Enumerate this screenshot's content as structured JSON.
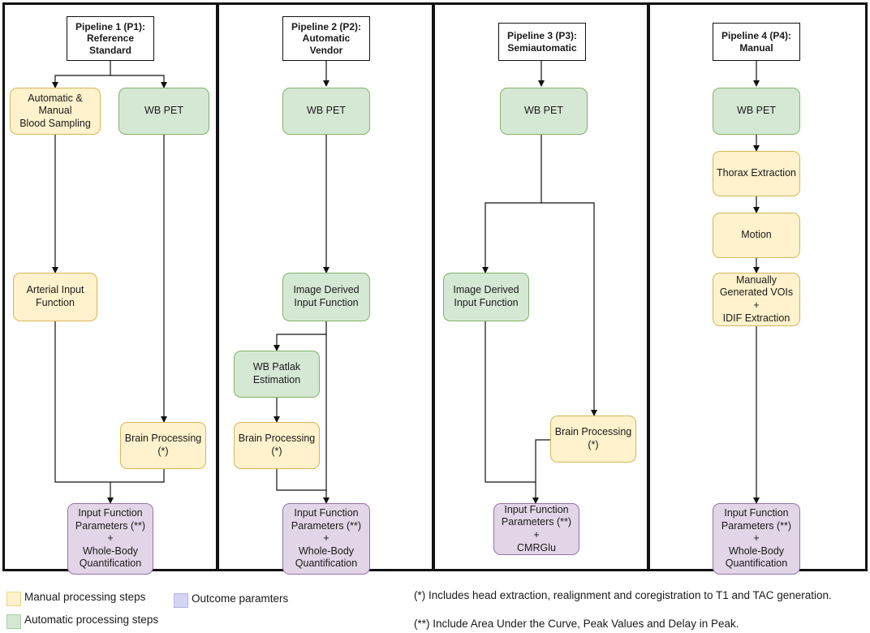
{
  "pipelines": [
    {
      "title": "Pipeline 1 (P1):\nReference\nStandard",
      "nodes": {
        "blood": "Automatic &\nManual\nBlood Sampling",
        "wbpet": "WB PET",
        "aif": "Arterial Input\nFunction",
        "brain": "Brain Processing\n(*)",
        "output": "Input Function\nParameters (**)\n+\nWhole-Body\nQuantification"
      }
    },
    {
      "title": "Pipeline 2 (P2):\nAutomatic\nVendor",
      "nodes": {
        "wbpet": "WB PET",
        "idif": "Image Derived\nInput Function",
        "patlak": "WB Patlak\nEstimation",
        "brain": "Brain Processing\n(*)",
        "output": "Input Function\nParameters (**)\n+\nWhole-Body\nQuantification"
      }
    },
    {
      "title": "Pipeline 3 (P3):\nSemiautomatic",
      "nodes": {
        "wbpet": "WB PET",
        "idif": "Image Derived\nInput Function",
        "brain": "Brain Processing\n(*)",
        "output": "Input Function\nParameters (**)\n+\nCMRGlu"
      }
    },
    {
      "title": "Pipeline 4 (P4):\nManual",
      "nodes": {
        "wbpet": "WB PET",
        "thorax": "Thorax Extraction",
        "motion": "Motion",
        "vois": "Manually\nGenerated VOIs\n+\nIDIF Extraction",
        "output": "Input Function\nParameters (**)\n+\nWhole-Body\nQuantification"
      }
    }
  ],
  "legend": {
    "manual": "Manual processing steps",
    "automatic": "Automatic processing steps",
    "outcome": "Outcome paramters",
    "colors": {
      "manual": "#fff2cc",
      "automatic": "#d5e8d4",
      "outcome": "#e1d5e7"
    }
  },
  "notes": {
    "single": "(*) Includes head extraction, realignment and coregistration to T1 and TAC generation.",
    "double": "(**) Include Area Under the Curve, Peak Values and Delay in Peak."
  }
}
